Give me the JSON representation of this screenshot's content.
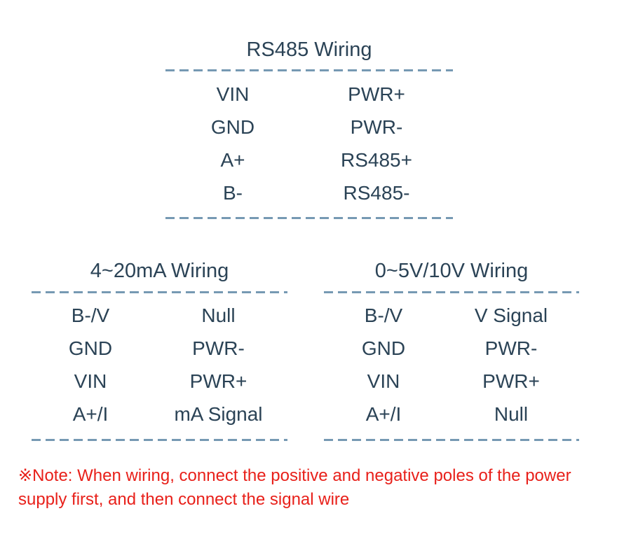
{
  "colors": {
    "text": "#2b4356",
    "rule": "#7699b3",
    "note": "#e8201a",
    "background": "#ffffff"
  },
  "rs485": {
    "title": "RS485 Wiring",
    "rows": [
      {
        "terminal": "VIN",
        "function": "PWR+"
      },
      {
        "terminal": "GND",
        "function": "PWR-"
      },
      {
        "terminal": "A+",
        "function": "RS485+"
      },
      {
        "terminal": "B-",
        "function": "RS485-"
      }
    ]
  },
  "current_loop": {
    "title": "4~20mA Wiring",
    "rows": [
      {
        "terminal": "B-/V",
        "function": "Null"
      },
      {
        "terminal": "GND",
        "function": "PWR-"
      },
      {
        "terminal": "VIN",
        "function": "PWR+"
      },
      {
        "terminal": "A+/I",
        "function": "mA Signal"
      }
    ]
  },
  "voltage": {
    "title": "0~5V/10V Wiring",
    "rows": [
      {
        "terminal": "B-/V",
        "function": "V Signal"
      },
      {
        "terminal": "GND",
        "function": "PWR-"
      },
      {
        "terminal": "VIN",
        "function": "PWR+"
      },
      {
        "terminal": "A+/I",
        "function": "Null"
      }
    ]
  },
  "note": {
    "mark": "※",
    "text": "Note: When wiring, connect the positive and negative poles of the power supply first, and then connect the signal wire"
  }
}
